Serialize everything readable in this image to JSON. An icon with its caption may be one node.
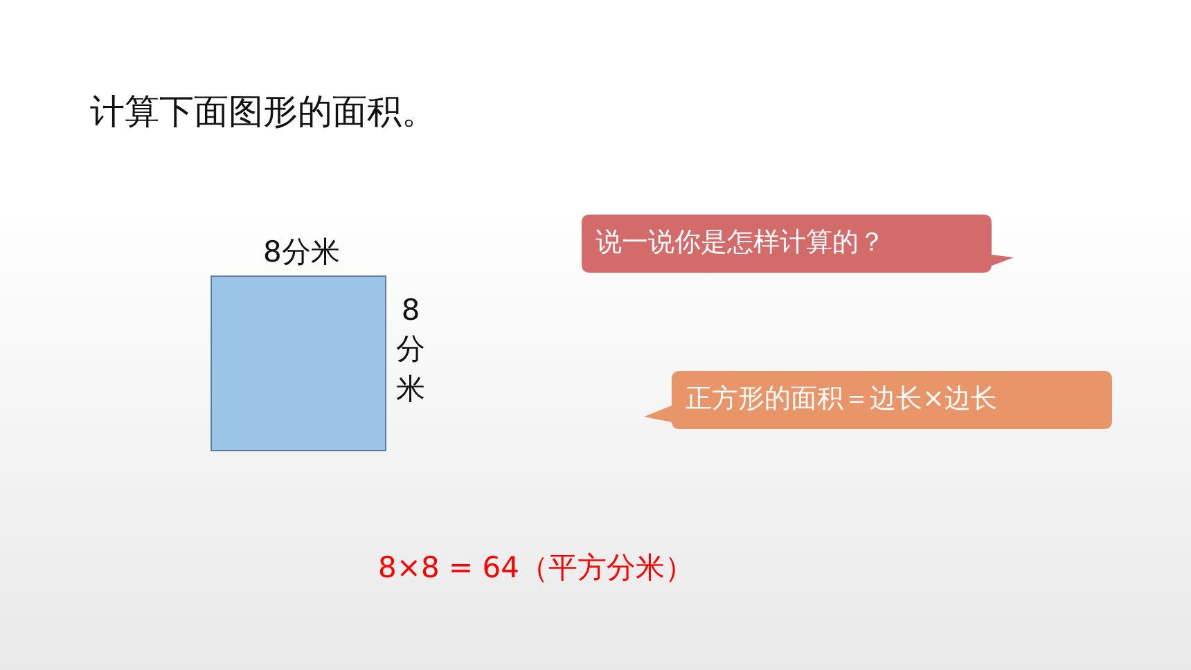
{
  "diagram": {
    "title": "计算下面图形的面积。",
    "nodes": [
      {
        "text": [],
        "shape": "box"
      },
      {
        "text": [
          "说一说你是怎样计算的？"
        ]
      },
      {
        "text": [
          "正方形的面积＝边长×边长"
        ]
      }
    ],
    "labels": [
      "8分米",
      "8分米",
      "8×8 = 64（平方分米）"
    ]
  }
}
